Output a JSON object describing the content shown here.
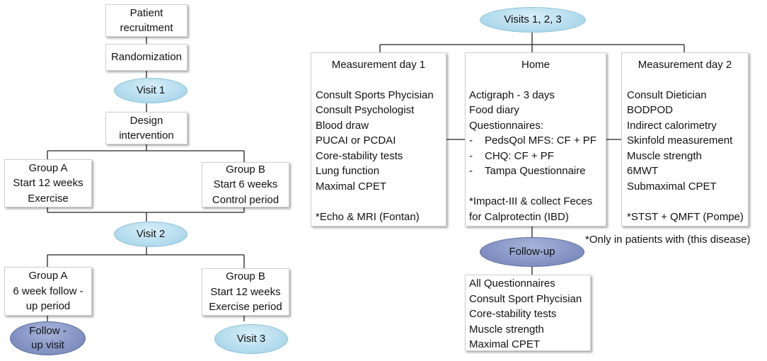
{
  "left": {
    "patient_recruitment": [
      "Patient",
      "recruitment"
    ],
    "randomization": "Randomization",
    "visit1": "Visit 1",
    "design_intervention": [
      "Design",
      "intervention"
    ],
    "group_a1": [
      "Group A",
      "Start 12 weeks",
      "Exercise"
    ],
    "group_b1": [
      "Group B",
      "Start 6 weeks",
      "Control period"
    ],
    "visit2": "Visit 2",
    "group_a2": [
      "Group A",
      "6 week follow -",
      "up period"
    ],
    "group_b2": [
      "Group B",
      "Start 12 weeks",
      "Exercise period"
    ],
    "follow_up_visit": [
      "Follow -",
      "up visit"
    ],
    "visit3": "Visit 3"
  },
  "right": {
    "visits123": "Visits 1, 2, 3",
    "day1": {
      "title": "Measurement  day 1",
      "items": [
        "Consult Sports Phycisian",
        "Consult Psychologist",
        "Blood draw",
        "PUCAI or PCDAI",
        "Core-stability tests",
        "Lung function",
        "Maximal CPET"
      ],
      "note": "*Echo & MRI (Fontan)"
    },
    "home": {
      "title": "Home",
      "items": [
        "Actigraph - 3 days",
        "Food diary",
        "Questionnaires:"
      ],
      "sub_items": [
        "PedsQol MFS: CF + PF",
        "CHQ: CF + PF",
        "Tampa Questionnaire"
      ],
      "note": [
        "*Impact-III & collect Feces",
        "for Calprotectin (IBD)"
      ]
    },
    "day2": {
      "title": "Measurement  day 2",
      "items": [
        "Consult Dietician",
        "BODPOD",
        "Indirect calorimetry",
        "Skinfold measurement",
        "Muscle strength",
        "6MWT",
        "Submaximal CPET"
      ],
      "note": "*STST + QMFT (Pompe)"
    },
    "only_note": "*Only in patients with (this disease)",
    "follow_up": "Follow-up",
    "follow_up_items": [
      "All Questionnaires",
      "Consult Sport Phycisian",
      "Core-stability tests",
      "Muscle strength",
      "Maximal CPET"
    ]
  },
  "colors": {
    "oval_light": "#b4dcee",
    "oval_dark": "#8796c6",
    "line": "#222222"
  }
}
